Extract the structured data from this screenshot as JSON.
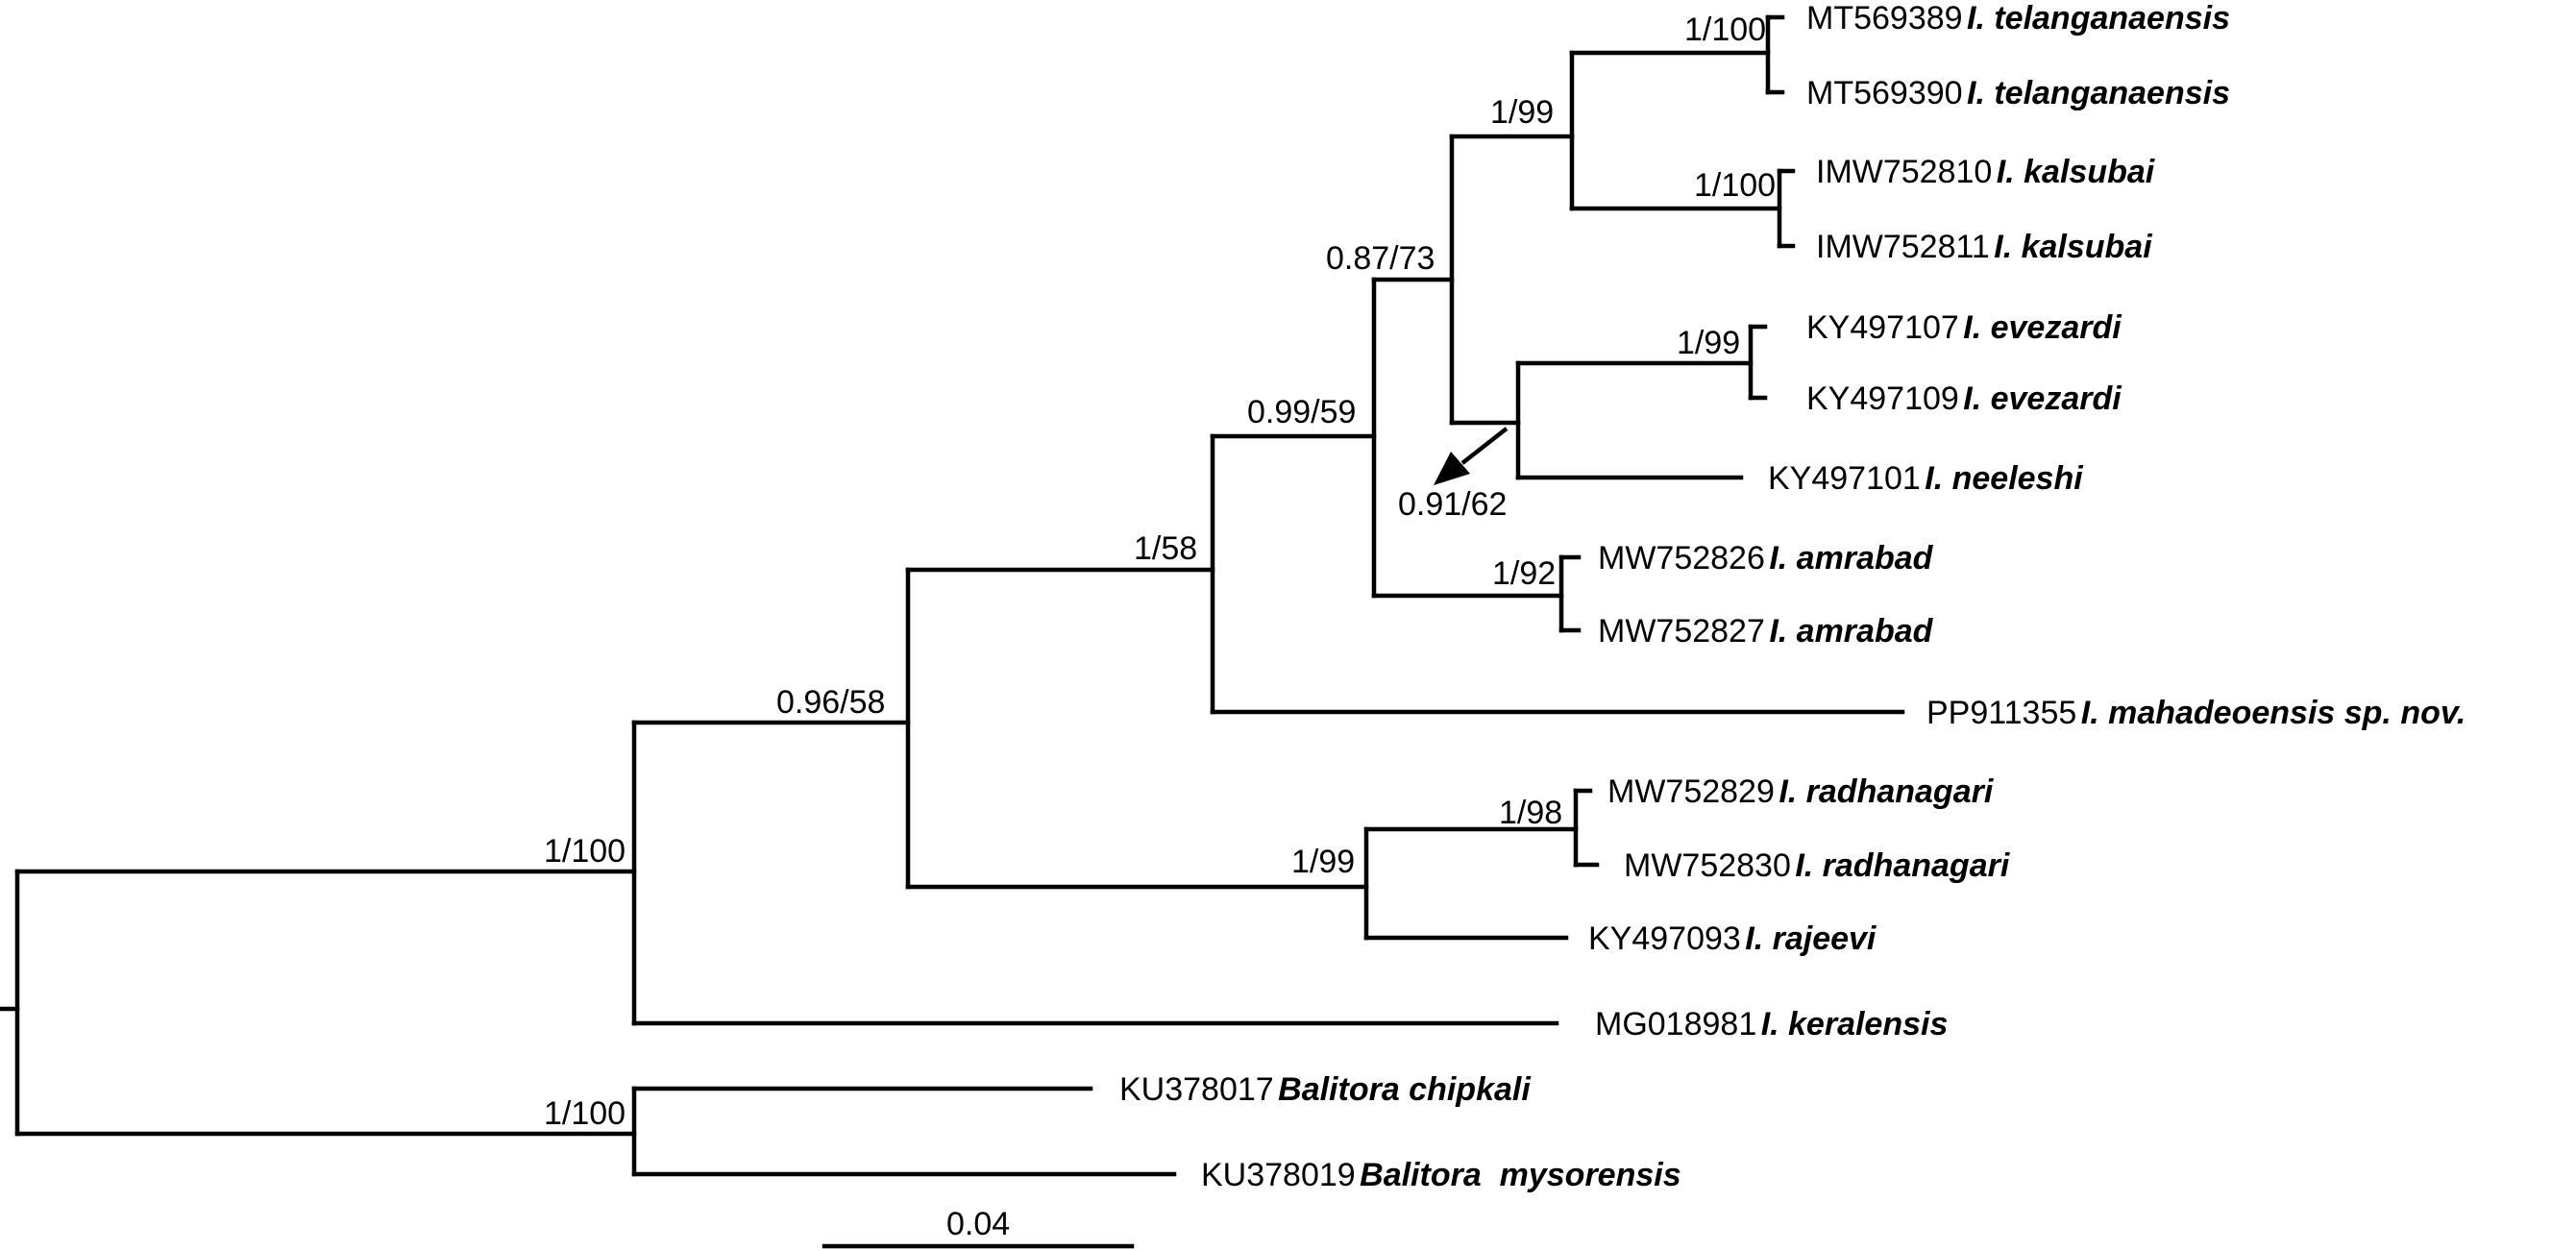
{
  "tips": [
    {
      "accession": "MT569389",
      "species": "I. telanganaensis"
    },
    {
      "accession": "MT569390",
      "species": "I. telanganaensis"
    },
    {
      "accession": "IMW752810",
      "species": "I. kalsubai"
    },
    {
      "accession": "IMW752811",
      "species": "I. kalsubai"
    },
    {
      "accession": "KY497107",
      "species": "I. evezardi"
    },
    {
      "accession": "KY497109",
      "species": "I. evezardi"
    },
    {
      "accession": "KY497101",
      "species": "I. neeleshi"
    },
    {
      "accession": "MW752826",
      "species": "I. amrabad"
    },
    {
      "accession": "MW752827",
      "species": "I. amrabad"
    },
    {
      "accession": "PP911355",
      "species": "I. mahadeoensis sp. nov."
    },
    {
      "accession": "MW752829",
      "species": "I. radhanagari"
    },
    {
      "accession": "MW752830",
      "species": "I. radhanagari"
    },
    {
      "accession": "KY497093",
      "species": "I. rajeevi"
    },
    {
      "accession": "MG018981",
      "species": "I. keralensis"
    },
    {
      "accession": "KU378017",
      "species": "Balitora chipkali"
    },
    {
      "accession": "KU378019",
      "species": "Balitora  mysorensis"
    }
  ],
  "support": {
    "telanganaensis": "1/100",
    "kalsubai": "1/100",
    "telangana_kalsubai": "1/99",
    "evezardi": "1/99",
    "evezardi_neeleshi": "0.91/62",
    "upper_clade": "0.87/73",
    "amrabad": "1/92",
    "core_clade": "0.99/59",
    "with_mahadeoensis": "1/58",
    "radhanagari": "1/98",
    "radhanagari_rajeevi": "1/99",
    "indoreonectes_core": "0.96/58",
    "indoreonectes": "1/100",
    "balitora": "1/100"
  },
  "scale_bar": {
    "label": "0.04"
  }
}
